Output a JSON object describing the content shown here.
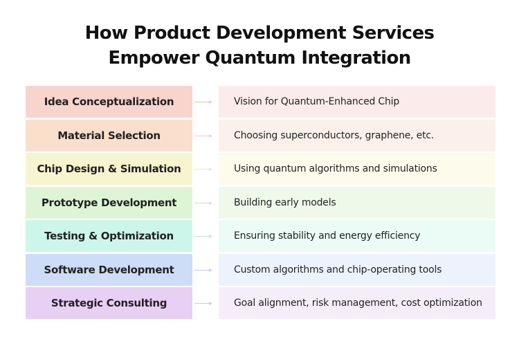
{
  "title": {
    "line1": "How Product Development Services",
    "line2": "Empower Quantum Integration"
  },
  "rows": [
    {
      "stage": "Idea Conceptualization",
      "description": "Vision for Quantum-Enhanced Chip",
      "stage_color": "#f8d4cc",
      "desc_color": "#fbeceb",
      "arrow_color": "#f0c8c2",
      "arrow_icon": "arrow-right-icon"
    },
    {
      "stage": "Material Selection",
      "description": "Choosing superconductors, graphene, etc.",
      "stage_color": "#f9dfcc",
      "desc_color": "#fcf1ea",
      "arrow_color": "#f0d4c2",
      "arrow_icon": "arrow-right-icon"
    },
    {
      "stage": "Chip Design & Simulation",
      "description": "Using quantum algorithms and simulations",
      "stage_color": "#f7f5cf",
      "desc_color": "#fcfbec",
      "arrow_color": "#ecebc4",
      "arrow_icon": "arrow-right-icon"
    },
    {
      "stage": "Prototype Development",
      "description": "Building early models",
      "stage_color": "#ddf5d4",
      "desc_color": "#eef9ea",
      "arrow_color": "#cfe6c6",
      "arrow_icon": "arrow-right-icon"
    },
    {
      "stage": "Testing & Optimization",
      "description": "Ensuring stability and energy efficiency",
      "stage_color": "#cdf6ea",
      "desc_color": "#ebfbf5",
      "arrow_color": "#c3e8dd",
      "arrow_icon": "arrow-right-icon"
    },
    {
      "stage": "Software Development",
      "description": "Custom algorithms and chip-operating tools",
      "stage_color": "#cdddf7",
      "desc_color": "#edf3fd",
      "arrow_color": "#c6d3ec",
      "arrow_icon": "arrow-right-icon"
    },
    {
      "stage": "Strategic Consulting",
      "description": "Goal alignment, risk management, cost optimization",
      "stage_color": "#e8cff4",
      "desc_color": "#f6edfb",
      "arrow_color": "#dcc6e8",
      "arrow_icon": "arrow-right-icon"
    }
  ]
}
